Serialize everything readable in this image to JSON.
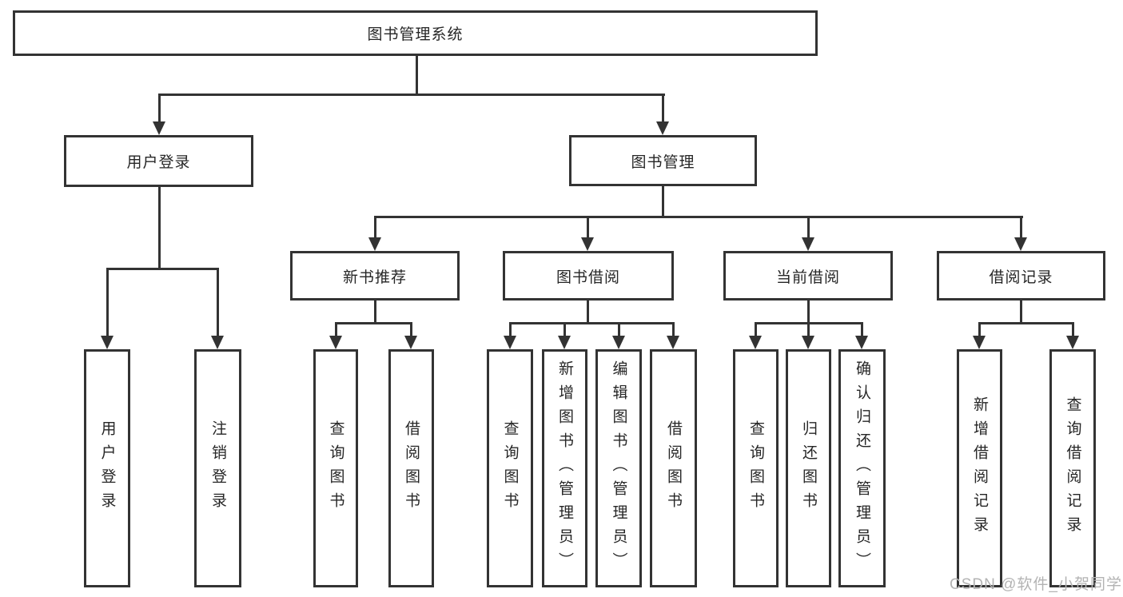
{
  "diagram": {
    "root": {
      "label": "图书管理系统"
    },
    "level2": {
      "user_login": {
        "label": "用户登录"
      },
      "book_mgmt": {
        "label": "图书管理"
      }
    },
    "level3": {
      "new_rec": {
        "label": "新书推荐"
      },
      "borrow": {
        "label": "图书借阅"
      },
      "current": {
        "label": "当前借阅"
      },
      "records": {
        "label": "借阅记录"
      }
    },
    "leaves": {
      "user_login": [
        "用户登录",
        "注销登录"
      ],
      "new_rec": [
        "查询图书",
        "借阅图书"
      ],
      "borrow": [
        "查询图书",
        "新增图书（管理员）",
        "编辑图书（管理员）",
        "借阅图书"
      ],
      "current": [
        "查询图书",
        "归还图书",
        "确认归还（管理员）"
      ],
      "records": [
        "新增借阅记录",
        "查询借阅记录"
      ]
    }
  },
  "watermark": {
    "text": "CSDN @软件_小贺同学"
  },
  "colors": {
    "line": "#333333",
    "text": "#262626",
    "watermark": "#b3b3b3",
    "background": "#ffffff"
  }
}
